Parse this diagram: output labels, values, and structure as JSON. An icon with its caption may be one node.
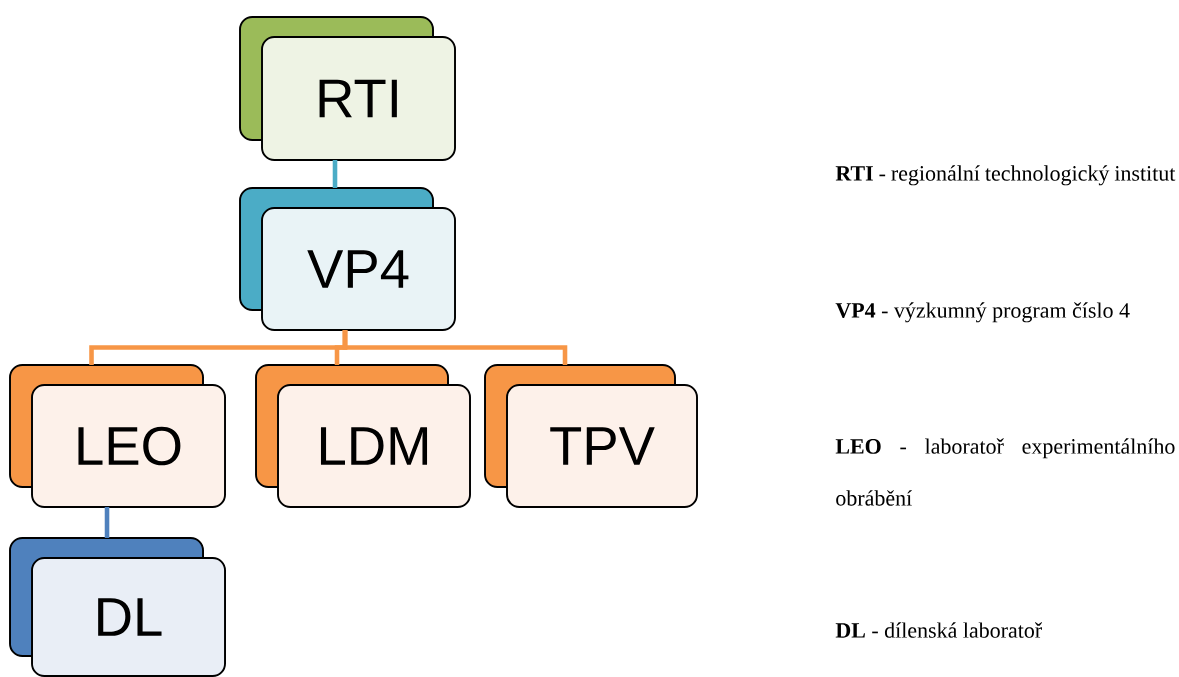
{
  "diagram": {
    "nodes": [
      {
        "text": [
          "RTI"
        ]
      },
      {
        "text": [
          "VP4"
        ]
      },
      {
        "text": [
          "LEO"
        ]
      },
      {
        "text": [
          "LDM"
        ]
      },
      {
        "text": [
          "TPV"
        ]
      },
      {
        "text": [
          "DL"
        ]
      }
    ],
    "edges": [
      {
        "from": 0,
        "to": 1,
        "arrow": "none",
        "color": "#4bacc6"
      },
      {
        "from": 1,
        "to": 2,
        "arrow": "none"
      },
      {
        "from": 1,
        "to": 3,
        "arrow": "none"
      },
      {
        "from": 1,
        "to": 4,
        "arrow": "none"
      },
      {
        "from": 2,
        "to": 5,
        "arrow": "none",
        "color": "#4f81bd"
      }
    ],
    "labels": [
      "**RTI** - regionální technologický institut",
      "**VP4** - výzkumný program číslo 4",
      "**LEO** - laboratoř experimentálního obrábění",
      "**DL** - dílenská laboratoř"
    ]
  }
}
